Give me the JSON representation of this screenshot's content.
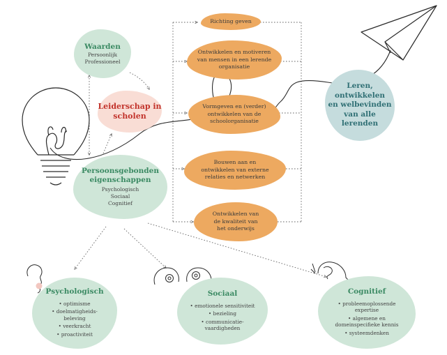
{
  "values": {
    "title": "Waarden",
    "items": [
      "Persoonlijk",
      "Professioneel"
    ]
  },
  "leadership": {
    "title": "Leiderschap in\nscholen"
  },
  "personal_traits": {
    "title": "Persoonsgebonden\neigenschappen",
    "items": [
      "Psychologisch",
      "Sociaal",
      "Cognitief"
    ]
  },
  "domains": [
    "Richting geven",
    "Ontwikkelen en motiveren\nvan mensen in een lerende\norganisatie",
    "Vormgeven en (verder)\nontwikkelen van de\nschoolorganisatie",
    "Bouwen aan en\nontwikkelen van externe\nrelaties en netwerken",
    "Ontwikkelen van\nde kwaliteit van\nhet onderwijs"
  ],
  "outcome": {
    "title": "Leren,\nontwikkelen\nen welbevinden\nvan alle\nlerenden"
  },
  "psychological": {
    "title": "Psychologisch",
    "items": [
      "optimisme",
      "doelmatigheids-\nbeleving",
      "veerkracht",
      "proactiviteit"
    ]
  },
  "social": {
    "title": "Sociaal",
    "items": [
      "emotionele sensitiviteit",
      "bezieling",
      "communicatie-\nvaardigheden"
    ]
  },
  "cognitive": {
    "title": "Cognitief",
    "items": [
      "probleemoplossende\nexpertise",
      "algemene en\ndomeinspecifieke kennis",
      "systeemdenken"
    ]
  },
  "colors": {
    "green": "#cfe6d8",
    "orange": "#eda960",
    "pink": "#f9ddd5",
    "blue": "#c5dcdd",
    "green_text": "#3b8a63",
    "red_text": "#c2342c",
    "teal_text": "#2f6f74"
  },
  "icons": [
    "lightbulb-icon",
    "paper-plane-icon",
    "head-silhouette-icon",
    "two-heads-icon",
    "head-profile-icon"
  ]
}
